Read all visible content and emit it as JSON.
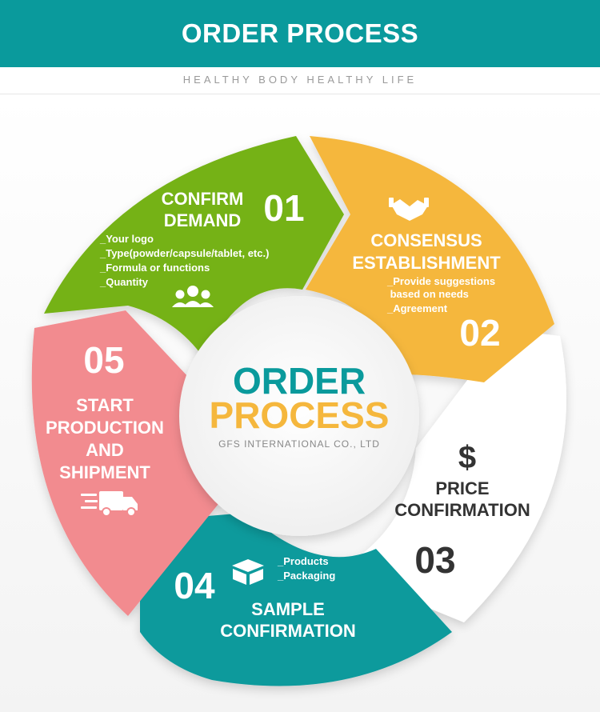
{
  "header": {
    "title": "ORDER PROCESS"
  },
  "tagline": "HEALTHY BODY HEALTHY LIFE",
  "center": {
    "line1": "ORDER",
    "line2": "PROCESS",
    "company": "GFS INTERNATIONAL CO., LTD"
  },
  "steps": [
    {
      "number": "01",
      "title_lines": [
        "CONFIRM",
        "DEMAND"
      ],
      "details": [
        "_Your logo",
        "_Type(powder/capsule/tablet, etc.)",
        "_Formula or functions",
        "_Quantity"
      ],
      "icon": "users-icon",
      "color": "#74b214"
    },
    {
      "number": "02",
      "title_lines": [
        "CONSENSUS",
        "ESTABLISHMENT"
      ],
      "details": [
        "_Provide suggestions",
        " based on needs",
        "_Agreement"
      ],
      "icon": "handshake-icon",
      "color": "#f5b73d"
    },
    {
      "number": "03",
      "title_lines": [
        "PRICE",
        "CONFIRMATION"
      ],
      "details": [],
      "icon": "dollar-icon",
      "color": "#ffffff"
    },
    {
      "number": "04",
      "title_lines": [
        "SAMPLE",
        "CONFIRMATION"
      ],
      "details": [
        "_Products",
        "_Packaging"
      ],
      "icon": "box-icon",
      "color": "#0a9a9c"
    },
    {
      "number": "05",
      "title_lines": [
        "START",
        "PRODUCTION",
        "AND",
        "SHIPMENT"
      ],
      "details": [],
      "icon": "truck-icon",
      "color": "#f28b8f"
    }
  ],
  "colors": {
    "header": "#0a9a9c",
    "center_teal": "#0a9a9c",
    "center_orange": "#f5b73d",
    "dark_text": "#333333"
  }
}
